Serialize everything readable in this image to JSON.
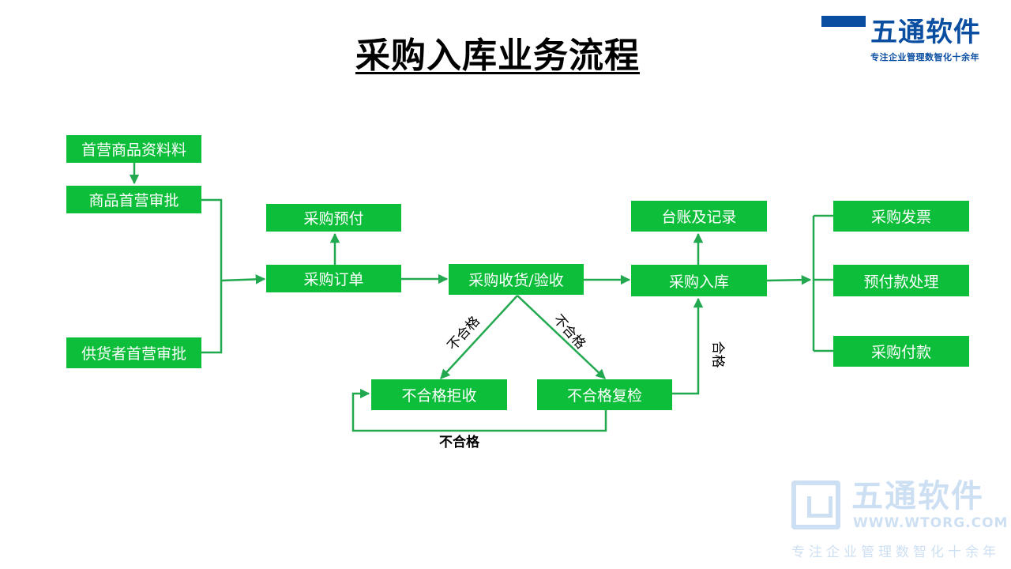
{
  "title": "采购入库业务流程",
  "brand": {
    "name": "五通软件",
    "slogan": "专注企业管理数智化十余年",
    "watermark_name": "五通软件",
    "watermark_url": "WWW.WTORG.COM",
    "watermark_slogan": "专注企业管理数智化十余年"
  },
  "colors": {
    "node": "#0cbe3a",
    "link": "#22a94f",
    "brand": "#0a4ea2"
  },
  "nodes": {
    "first_product_data": "首营商品资料料",
    "product_first_approval": "商品首营审批",
    "supplier_first_approval": "供货者首营审批",
    "purchase_prepay": "采购预付",
    "purchase_order": "采购订单",
    "receive_inspect": "采购收货/验收",
    "reject": "不合格拒收",
    "reinspect": "不合格复检",
    "ledger_record": "台账及记录",
    "purchase_stockin": "采购入库",
    "purchase_invoice": "采购发票",
    "prepay_processing": "预付款处理",
    "purchase_payment": "采购付款"
  },
  "edge_labels": {
    "fail_left": "不合格",
    "fail_right": "不合格",
    "fail_bottom": "不合格",
    "pass": "合格"
  }
}
